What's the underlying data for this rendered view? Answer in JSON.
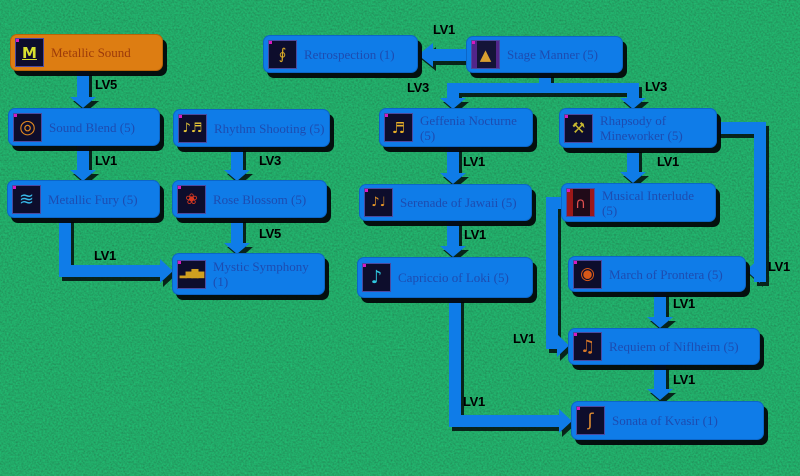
{
  "diagram_type": "skill-tree",
  "colors": {
    "background_green": "#108945",
    "node_blue": "#0f7ce8",
    "node_selected_orange": "#dd7d12",
    "node_text_blue": "#1d4cb0",
    "node_selected_text": "#9c3a0a",
    "arrow_blue": "#0f7ce8",
    "level_label_black": "#000000"
  },
  "nodes": {
    "metallic_sound": {
      "label": "Metallic Sound",
      "icon": {
        "name": "waveform-m-icon",
        "glyph": "M"
      }
    },
    "retrospection": {
      "label": "Retrospection (1)",
      "icon": {
        "name": "swirl-notes-icon",
        "glyph": "∮"
      }
    },
    "stage_manner": {
      "label": "Stage Manner (5)",
      "icon": {
        "name": "stage-curtain-icon",
        "glyph": "▲"
      }
    },
    "sound_blend": {
      "label": "Sound Blend (5)",
      "icon": {
        "name": "sound-waves-icon",
        "glyph": "◎"
      }
    },
    "rhythm_shooting": {
      "label": "Rhythm Shooting (5)",
      "icon": {
        "name": "music-notes-icon",
        "glyph": "♪♬"
      }
    },
    "geffenia_nocturne": {
      "label": "Geffenia Nocturne (5)",
      "icon": {
        "name": "sheet-music-icon",
        "glyph": "♬"
      }
    },
    "rhapsody_mineworker": {
      "label": "Rhapsody of Mineworker (5)",
      "icon": {
        "name": "mineworker-pick-icon",
        "glyph": "⚒"
      }
    },
    "metallic_fury": {
      "label": "Metallic Fury (5)",
      "icon": {
        "name": "metal-scratch-icon",
        "glyph": "≋"
      }
    },
    "rose_blossom": {
      "label": "Rose Blossom (5)",
      "icon": {
        "name": "rose-icon",
        "glyph": "❀"
      }
    },
    "serenade_jawaii": {
      "label": "Serenade of Jawaii (5)",
      "icon": {
        "name": "serenade-notes-icon",
        "glyph": "♪♩"
      }
    },
    "musical_interlude": {
      "label": "Musical Interlude (5)",
      "icon": {
        "name": "red-curtain-icon",
        "glyph": "∩"
      }
    },
    "mystic_symphony": {
      "label": "Mystic Symphony (1)",
      "icon": {
        "name": "equalizer-bars-icon",
        "glyph": "▂▅▇▅"
      }
    },
    "capriccio_loki": {
      "label": "Capriccio of Loki (5)",
      "icon": {
        "name": "cyan-note-icon",
        "glyph": "♪"
      }
    },
    "march_prontera": {
      "label": "March of Prontera (5)",
      "icon": {
        "name": "drum-icon",
        "glyph": "◉"
      }
    },
    "requiem_niflheim": {
      "label": "Requiem of Niflheim (5)",
      "icon": {
        "name": "requiem-note-icon",
        "glyph": "♫"
      }
    },
    "sonata_kvasir": {
      "label": "Sonata of Kvasir (1)",
      "icon": {
        "name": "violin-icon",
        "glyph": "ʃ"
      }
    }
  },
  "connections": [
    {
      "from": "Metallic Sound",
      "to": "Sound Blend",
      "label": "LV5"
    },
    {
      "from": "Stage Manner",
      "to": "Retrospection",
      "label": "LV1"
    },
    {
      "from": "Stage Manner",
      "to": "Geffenia Nocturne",
      "label": "LV3"
    },
    {
      "from": "Stage Manner",
      "to": "Rhapsody of Mineworker",
      "label": "LV3"
    },
    {
      "from": "Sound Blend",
      "to": "Metallic Fury",
      "label": "LV1"
    },
    {
      "from": "Rhythm Shooting",
      "to": "Rose Blossom",
      "label": "LV3"
    },
    {
      "from": "Rose Blossom",
      "to": "Mystic Symphony",
      "label": "LV5"
    },
    {
      "from": "Metallic Fury",
      "to": "Mystic Symphony",
      "label": "LV1"
    },
    {
      "from": "Geffenia Nocturne",
      "to": "Serenade of Jawaii",
      "label": "LV1"
    },
    {
      "from": "Serenade of Jawaii",
      "to": "Capriccio of Loki",
      "label": "LV1"
    },
    {
      "from": "Rhapsody of Mineworker",
      "to": "Musical Interlude",
      "label": "LV1"
    },
    {
      "from": "Rhapsody of Mineworker",
      "to": "March of Prontera",
      "label": "LV1"
    },
    {
      "from": "Musical Interlude",
      "to": "Requiem of Niflheim",
      "label": "LV1"
    },
    {
      "from": "March of Prontera",
      "to": "Requiem of Niflheim",
      "label": "LV1"
    },
    {
      "from": "Requiem of Niflheim",
      "to": "Sonata of Kvasir",
      "label": "LV1"
    },
    {
      "from": "Capriccio of Loki",
      "to": "Sonata of Kvasir",
      "label": "LV1"
    }
  ]
}
